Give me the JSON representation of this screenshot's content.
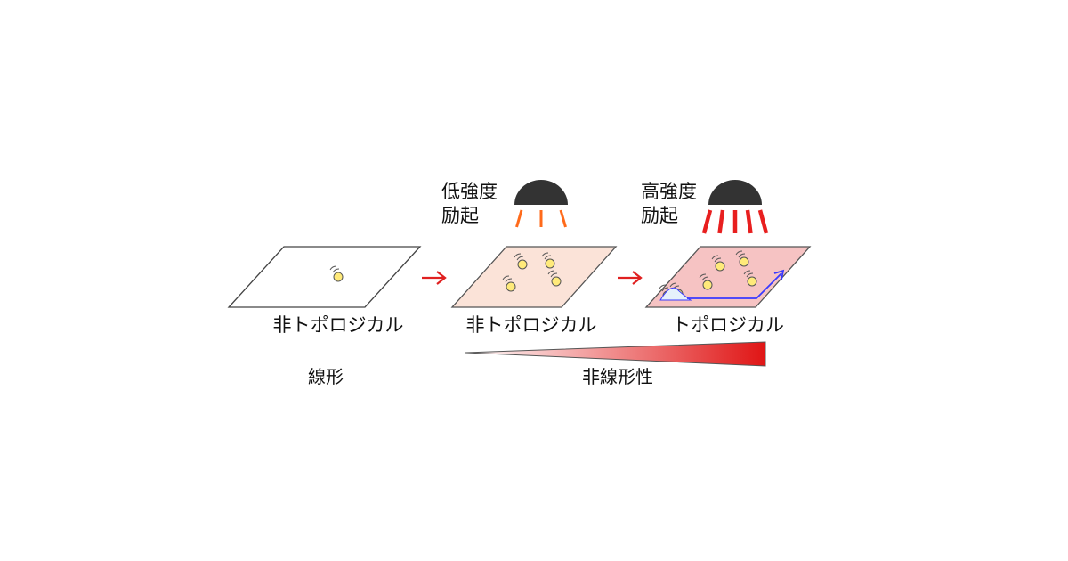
{
  "panels": [
    {
      "label": "非トポロジカル",
      "fill": "#ffffff",
      "stroke": "#444444",
      "particle_count": 1
    },
    {
      "label": "非トポロジカル",
      "fill": "#fbe3d8",
      "stroke": "#555555",
      "particle_count": 4
    },
    {
      "label": "トポロジカル",
      "fill": "#f6c3c3",
      "stroke": "#555555",
      "particle_count": 6
    }
  ],
  "excitation": {
    "low": {
      "line1": "低強度",
      "line2": "励起",
      "ray_color": "#ff6a1a",
      "ray_count": 3
    },
    "high": {
      "line1": "高強度",
      "line2": "励起",
      "ray_color": "#e81f1f",
      "ray_count": 5
    }
  },
  "lamp_color": "#333333",
  "arrow_color": "#e02020",
  "edge_current_color": "#3a3aff",
  "particle_color": "#ffea7a",
  "regimes": {
    "linear": "線形",
    "nonlinear": "非線形性",
    "gradient_start": "#ffffff",
    "gradient_end": "#e01515"
  }
}
